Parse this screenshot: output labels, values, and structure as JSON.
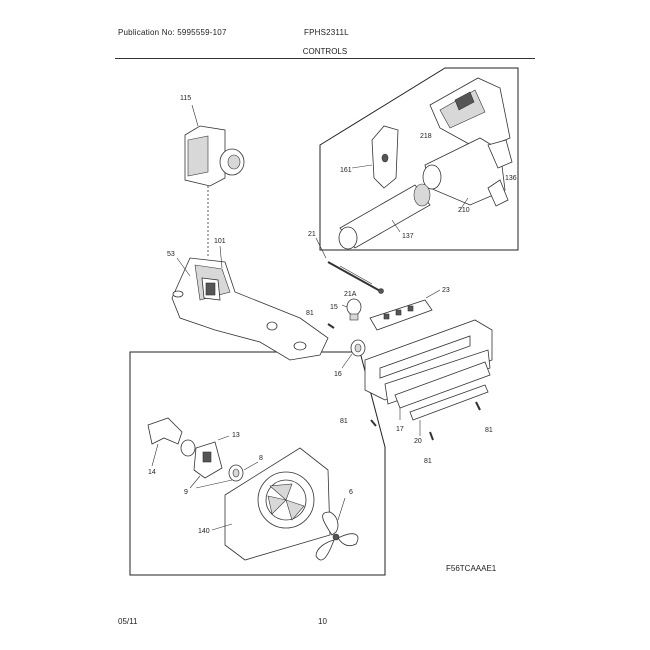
{
  "header": {
    "publication": "Publication No: 5995559-107",
    "model": "FPHS2311L",
    "section": "CONTROLS"
  },
  "footer": {
    "date": "05/11",
    "page": "10"
  },
  "diagram": {
    "code": "F56TCAAAE1",
    "callouts": [
      "115",
      "101",
      "53",
      "21",
      "21A",
      "23",
      "15",
      "81",
      "16",
      "81",
      "17",
      "20",
      "81",
      "81",
      "218",
      "161",
      "136",
      "210",
      "137",
      "13",
      "14",
      "9",
      "8",
      "6",
      "140"
    ]
  }
}
